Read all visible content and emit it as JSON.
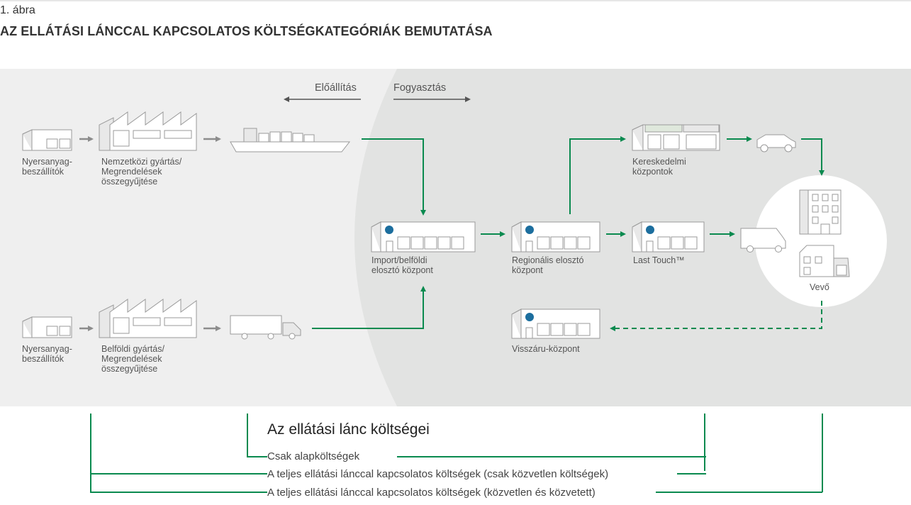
{
  "figure": {
    "number": "1. ábra",
    "title": "AZ ELLÁTÁSI LÁNCCAL KAPCSOLATOS KÖLTSÉGKATEGÓRIÁK BEMUTATÁSA"
  },
  "directions": {
    "production": "Előállítás",
    "consumption": "Fogyasztás"
  },
  "nodes": {
    "supplier_top": "Nyersanyag-\nbeszállítók",
    "manufacturing_intl": "Nemzetközi gyártás/\nMegrendelések\nösszegyűjtése",
    "supplier_bottom": "Nyersanyag-\nbeszállítók",
    "manufacturing_domestic": "Belföldi gyártás/\nMegrendelések\nösszegyűjtése",
    "import_dc": "Import/belföldi\nelosztó központ",
    "regional_dc": "Regionális elosztó\nközpont",
    "retail_centers": "Kereskedelmi\nközpontok",
    "last_touch": "Last Touch™",
    "returns_center": "Visszáru-központ",
    "customer": "Vevő"
  },
  "legend": {
    "title": "Az ellátási lánc költségei",
    "items": [
      "Csak alapköltségek",
      "A teljes ellátási lánccal kapcsolatos költségek (csak közvetlen költségek)",
      "A teljes ellátási lánccal kapcsolatos költségek (közvetlen és közvetett)"
    ]
  },
  "icons": [
    "warehouse-icon",
    "factory-icon",
    "ship-icon",
    "truck-icon",
    "distribution-center-icon",
    "store-icon",
    "car-icon",
    "van-icon",
    "office-building-icon",
    "house-icon"
  ],
  "colors": {
    "flow_green": "#0a8a4f",
    "gray_arrow": "#8c8c8c",
    "panel_light": "#efefef",
    "panel_dark": "#e2e3e2"
  }
}
